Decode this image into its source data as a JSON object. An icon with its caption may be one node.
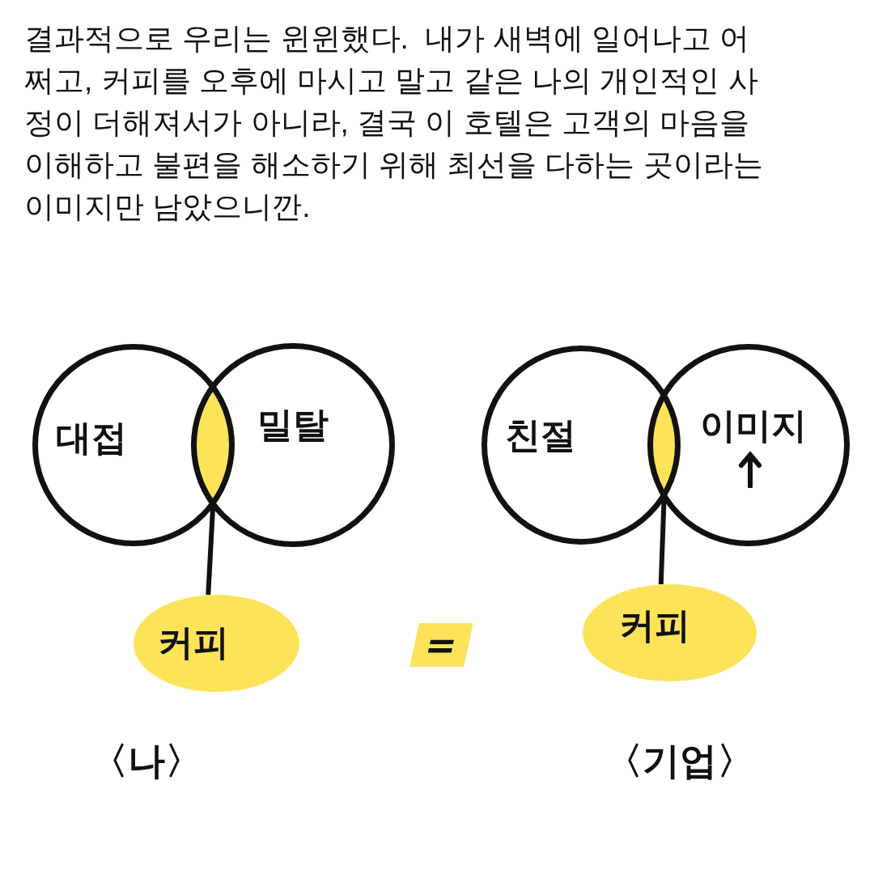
{
  "diagram": {
    "title": "결과적으로 우리는 윈윈했다.  내가 새벽에 일어나고 어쩌고, 커피를 오후에 마시고 말고 같은 나의 개인적인 사정이 더해져서가 아니라, 결국 이 호텔은 고객의 마음을 이해하고 불편을 해소하기 위해 최선을 다하는 곳이라는 이미지만 남았으니깐.",
    "nodes": [
      {
        "text": [
          "대접"
        ]
      },
      {
        "text": [
          "밀탈"
        ]
      },
      {
        "text": [],
        "shape": "lens"
      },
      {
        "text": [
          "커피"
        ]
      },
      {
        "text": [
          "친절"
        ]
      },
      {
        "text": [
          "이미지"
        ]
      },
      {
        "text": [],
        "shape": "lens"
      },
      {
        "text": [
          "커피"
        ]
      }
    ],
    "edges": [
      {
        "from": 2,
        "to": 3,
        "arrow": "none"
      },
      {
        "from": 6,
        "to": 7,
        "arrow": "none"
      }
    ],
    "labels": [
      "=",
      "〈나〉",
      "〈기업〉"
    ]
  }
}
